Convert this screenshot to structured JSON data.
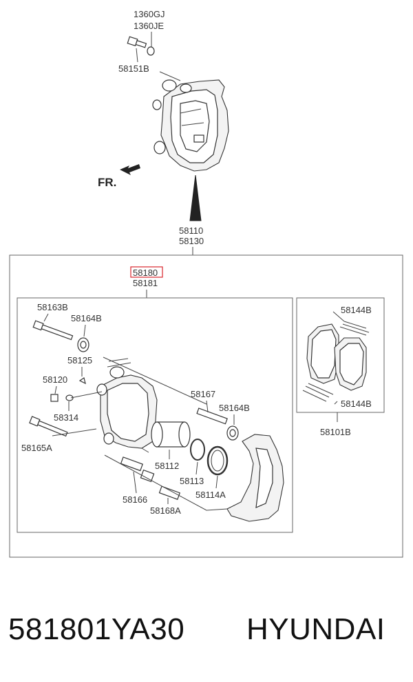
{
  "labels": {
    "l1360gj": "1360GJ",
    "l1360je": "1360JE",
    "l58151b": "58151B",
    "fr": "FR.",
    "l58110": "58110",
    "l58130": "58130",
    "l58180": "58180",
    "l58181": "58181",
    "l58163b": "58163B",
    "l58164b_top": "58164B",
    "l58125": "58125",
    "l58120": "58120",
    "l58314": "58314",
    "l58165a": "58165A",
    "l58167": "58167",
    "l58164b_right": "58164B",
    "l58112": "58112",
    "l58113": "58113",
    "l58114a": "58114A",
    "l58166": "58166",
    "l58168a": "58168A",
    "l58144b_top": "58144B",
    "l58144b_bottom": "58144B",
    "l58101b": "58101B"
  },
  "footer": {
    "part_number": "581801YA30",
    "brand": "HYUNDAI"
  },
  "colors": {
    "highlight": "#d9262c",
    "line": "#444444"
  }
}
